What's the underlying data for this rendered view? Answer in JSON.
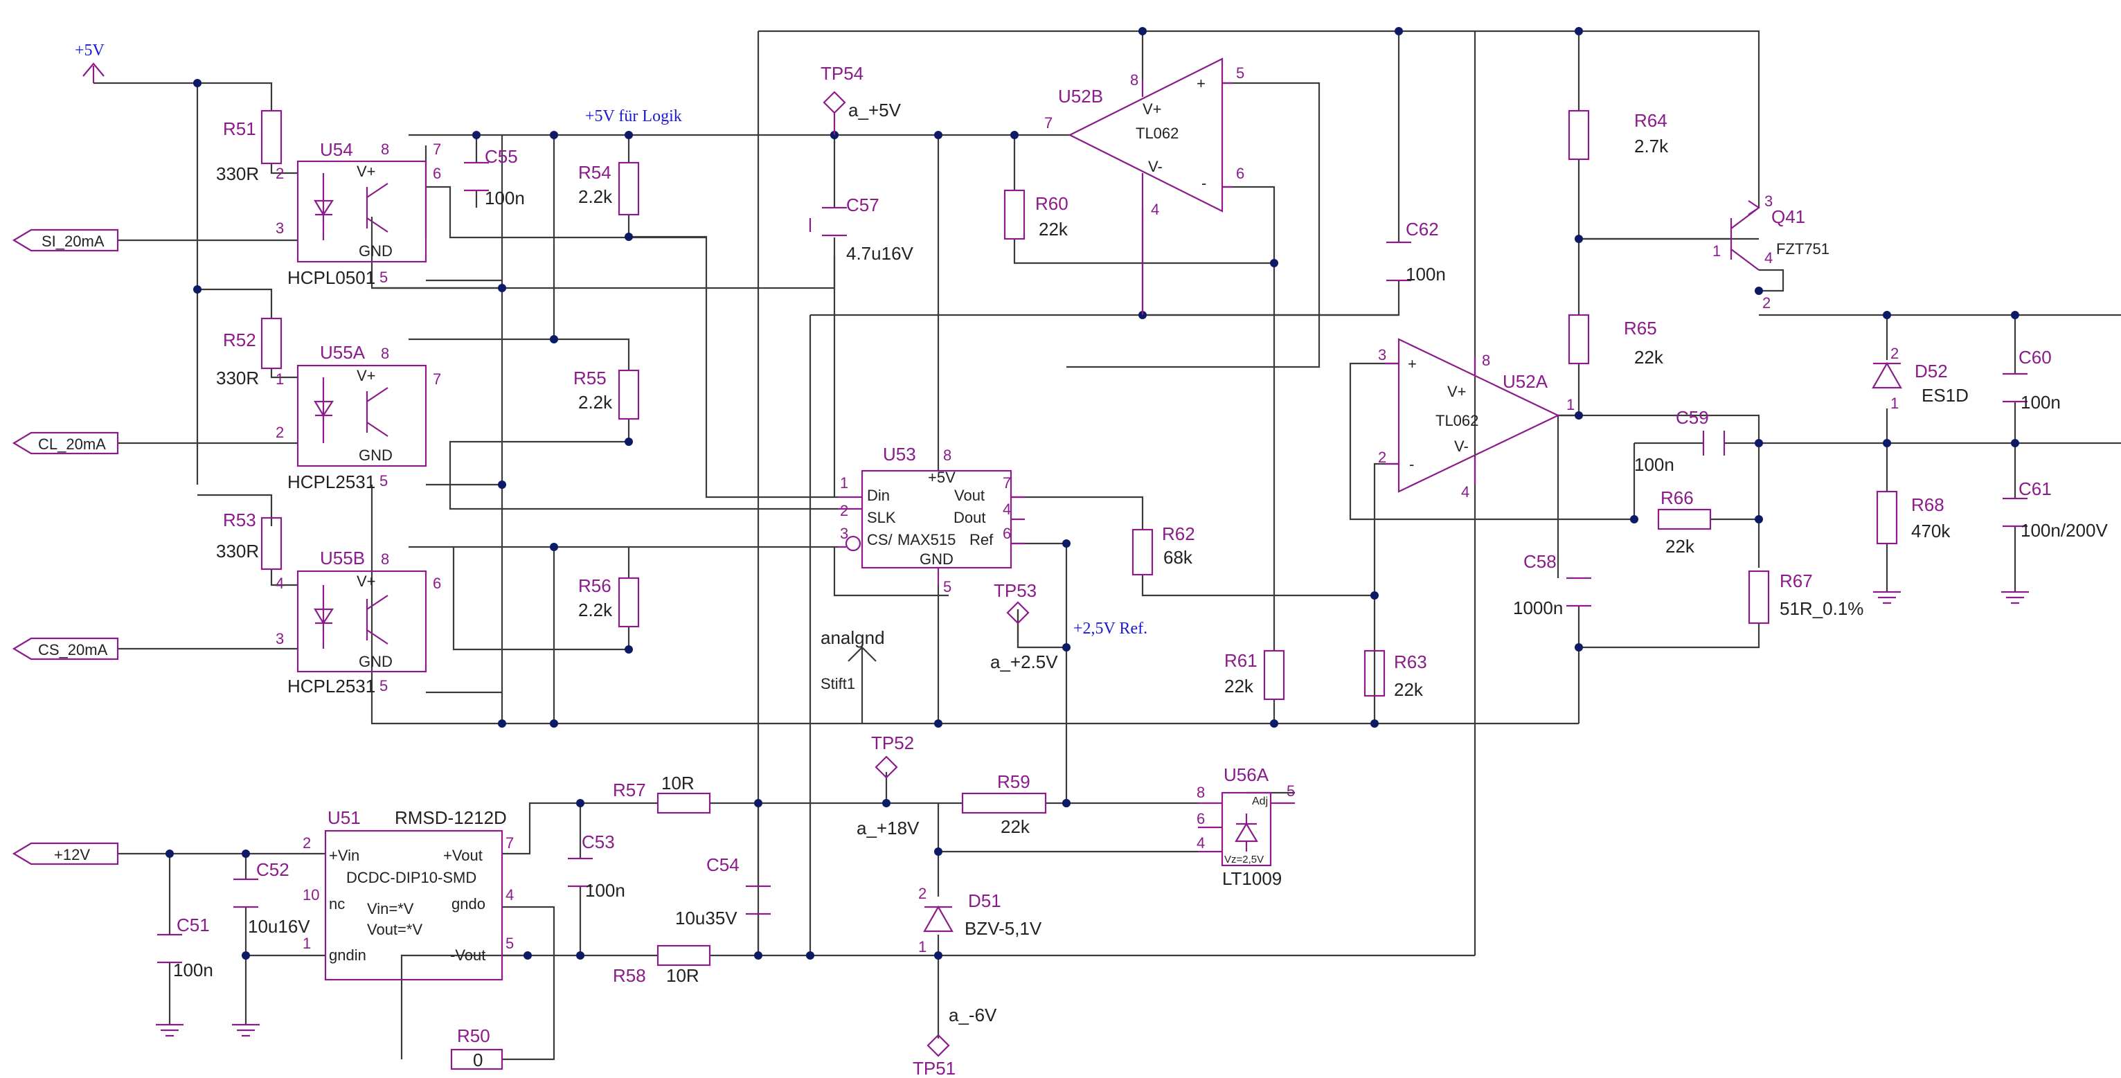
{
  "nets": {
    "p5v": "+5V",
    "p5v_logic": "+5V für Logik",
    "ref": "+2,5V Ref.",
    "a_p5v": "a_+5V",
    "a_p25v": "a_+2.5V",
    "a_p18v": "a_+18V",
    "a_m6v": "a_-6V",
    "analgnd": "analgnd",
    "stift1": "Stift1"
  },
  "ports": {
    "si": "SI_20mA",
    "cl": "CL_20mA",
    "cs": "CS_20mA",
    "v12": "+12V"
  },
  "tps": {
    "tp54": "TP54",
    "tp53": "TP53",
    "tp52": "TP52",
    "tp51": "TP51"
  },
  "resistors": {
    "r51": {
      "ref": "R51",
      "val": "330R"
    },
    "r52": {
      "ref": "R52",
      "val": "330R"
    },
    "r53": {
      "ref": "R53",
      "val": "330R"
    },
    "r54": {
      "ref": "R54",
      "val": "2.2k"
    },
    "r55": {
      "ref": "R55",
      "val": "2.2k"
    },
    "r56": {
      "ref": "R56",
      "val": "2.2k"
    },
    "r57": {
      "ref": "R57",
      "val": "10R"
    },
    "r58": {
      "ref": "R58",
      "val": "10R"
    },
    "r59": {
      "ref": "R59",
      "val": "22k"
    },
    "r60": {
      "ref": "R60",
      "val": "22k"
    },
    "r61": {
      "ref": "R61",
      "val": "22k"
    },
    "r62": {
      "ref": "R62",
      "val": "68k"
    },
    "r63": {
      "ref": "R63",
      "val": "22k"
    },
    "r64": {
      "ref": "R64",
      "val": "2.7k"
    },
    "r65": {
      "ref": "R65",
      "val": "22k"
    },
    "r66": {
      "ref": "R66",
      "val": "22k"
    },
    "r67": {
      "ref": "R67",
      "val": "51R_0.1%"
    },
    "r68": {
      "ref": "R68",
      "val": "470k"
    },
    "r50": {
      "ref": "R50",
      "val": "0"
    }
  },
  "capacitors": {
    "c51": {
      "ref": "C51",
      "val": "100n"
    },
    "c52": {
      "ref": "C52",
      "val": "10u16V"
    },
    "c53": {
      "ref": "C53",
      "val": "100n"
    },
    "c54": {
      "ref": "C54",
      "val": "10u35V"
    },
    "c55": {
      "ref": "C55",
      "val": "100n"
    },
    "c57": {
      "ref": "C57",
      "val": "4.7u16V"
    },
    "c58": {
      "ref": "C58",
      "val": "1000n"
    },
    "c59": {
      "ref": "C59",
      "val": "100n"
    },
    "c60": {
      "ref": "C60",
      "val": "100n"
    },
    "c61": {
      "ref": "C61",
      "val": "100n/200V"
    },
    "c62": {
      "ref": "C62",
      "val": "100n"
    }
  },
  "opto": {
    "u54": {
      "ref": "U54",
      "part": "HCPL0501"
    },
    "u55a": {
      "ref": "U55A",
      "part": "HCPL2531"
    },
    "u55b": {
      "ref": "U55B",
      "part": "HCPL2531"
    },
    "vplus": "V+",
    "gnd": "GND"
  },
  "dac": {
    "ref": "U53",
    "part": "MAX515",
    "pins": {
      "din": "Din",
      "slk": "SLK",
      "cs": "CS/",
      "p5v": "+5V",
      "vout": "Vout",
      "dout": "Dout",
      "refp": "Ref",
      "gnd": "GND"
    }
  },
  "opamps": {
    "u52b": {
      "ref": "U52B",
      "part": "TL062"
    },
    "u52a": {
      "ref": "U52A",
      "part": "TL062"
    },
    "vplus": "V+",
    "vminus": "V-",
    "plus": "+",
    "minus": "-"
  },
  "dcdc": {
    "ref": "U51",
    "part": "RMSD-1212D",
    "pkg": "DCDC-DIP10-SMD",
    "vin": "+Vin",
    "nc": "nc",
    "gndin": "gndin",
    "vout_p": "+Vout",
    "gndo": "gndo",
    "vout_m": "-Vout",
    "vin_eq": "Vin=*V",
    "vout_eq": "Vout=*V"
  },
  "diodes": {
    "d51": {
      "ref": "D51",
      "part": "BZV-5,1V"
    },
    "d52": {
      "ref": "D52",
      "part": "ES1D"
    }
  },
  "transistor": {
    "ref": "Q41",
    "part": "FZT751"
  },
  "vref": {
    "ref": "U56A",
    "part": "LT1009",
    "adj": "Adj",
    "vz": "Vz=2,5V"
  },
  "pins": {
    "u54": [
      "8",
      "7",
      "6",
      "2",
      "3",
      "5"
    ],
    "u55a": [
      "8",
      "7",
      "1",
      "2",
      "5"
    ],
    "u55b": [
      "8",
      "6",
      "4",
      "3",
      "5"
    ],
    "u53": [
      "1",
      "2",
      "3",
      "8",
      "7",
      "4",
      "6",
      "5"
    ],
    "u52b": [
      "8",
      "5",
      "7",
      "6",
      "4"
    ],
    "u52a": [
      "3",
      "8",
      "1",
      "2",
      "4"
    ],
    "u51": [
      "2",
      "10",
      "1",
      "7",
      "4",
      "5"
    ],
    "u56a": [
      "8",
      "6",
      "4",
      "5"
    ],
    "q41": [
      "3",
      "1",
      "4",
      "2"
    ],
    "d51": [
      "2",
      "1"
    ],
    "d52": [
      "2",
      "1"
    ]
  }
}
